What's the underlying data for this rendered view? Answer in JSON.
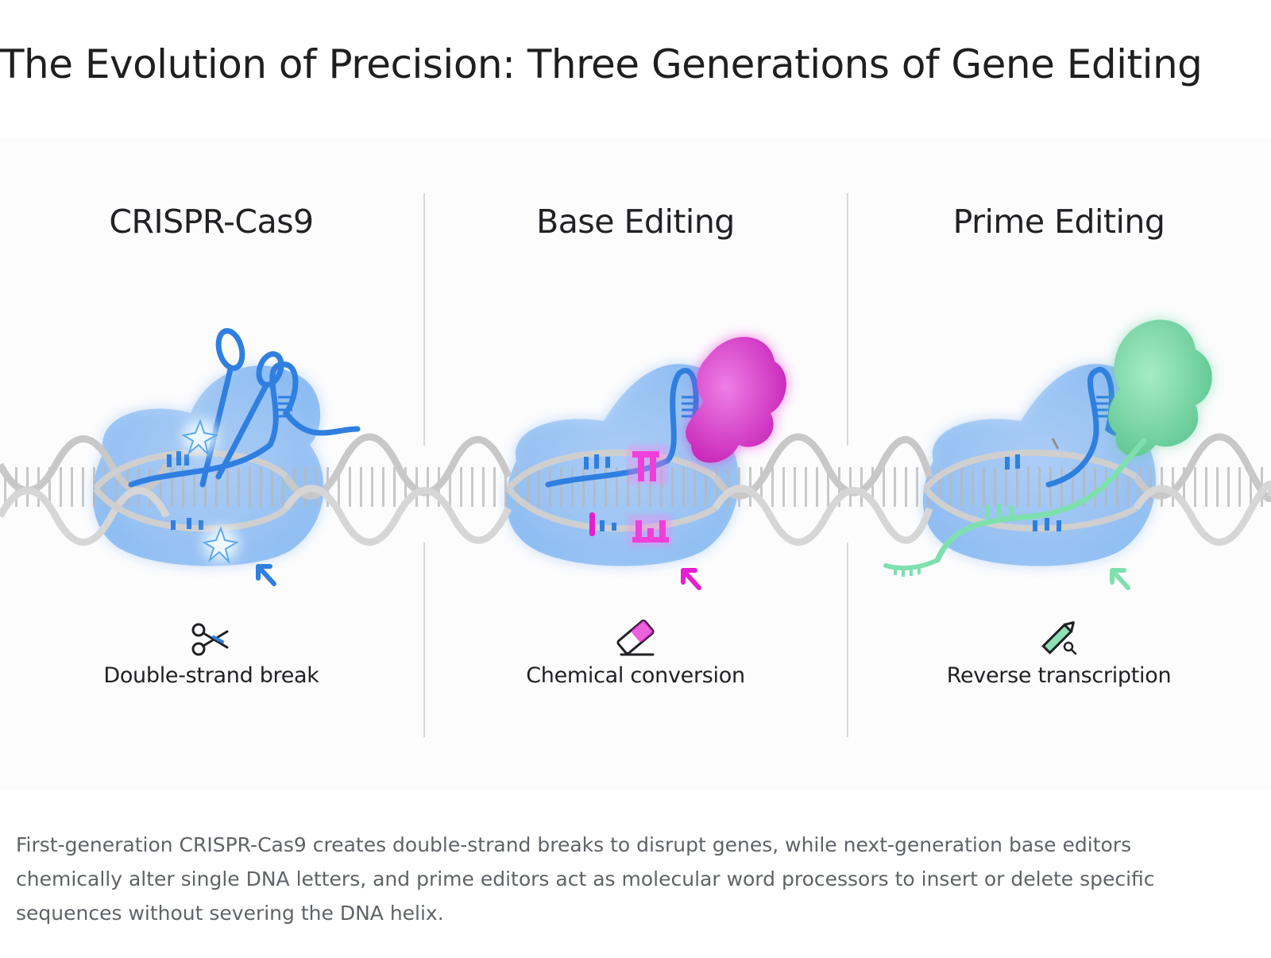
{
  "title": "The Evolution of Precision: Three Generations of Gene Editing",
  "panels": [
    {
      "title": "CRISPR-Cas9",
      "label": "Double-strand break",
      "icon": "scissors-icon",
      "accent": "#2f7fe0"
    },
    {
      "title": "Base Editing",
      "label": "Chemical conversion",
      "icon": "eraser-icon",
      "accent": "#e61ecf"
    },
    {
      "title": "Prime Editing",
      "label": "Reverse transcription",
      "icon": "pencil-icon",
      "accent": "#6fdca4"
    }
  ],
  "caption": "First-generation CRISPR-Cas9 creates double-strand breaks to disrupt genes, while next-generation base editors chemically alter single DNA letters, and prime editors act as molecular word processors to insert or delete specific sequences without severing the DNA helix."
}
